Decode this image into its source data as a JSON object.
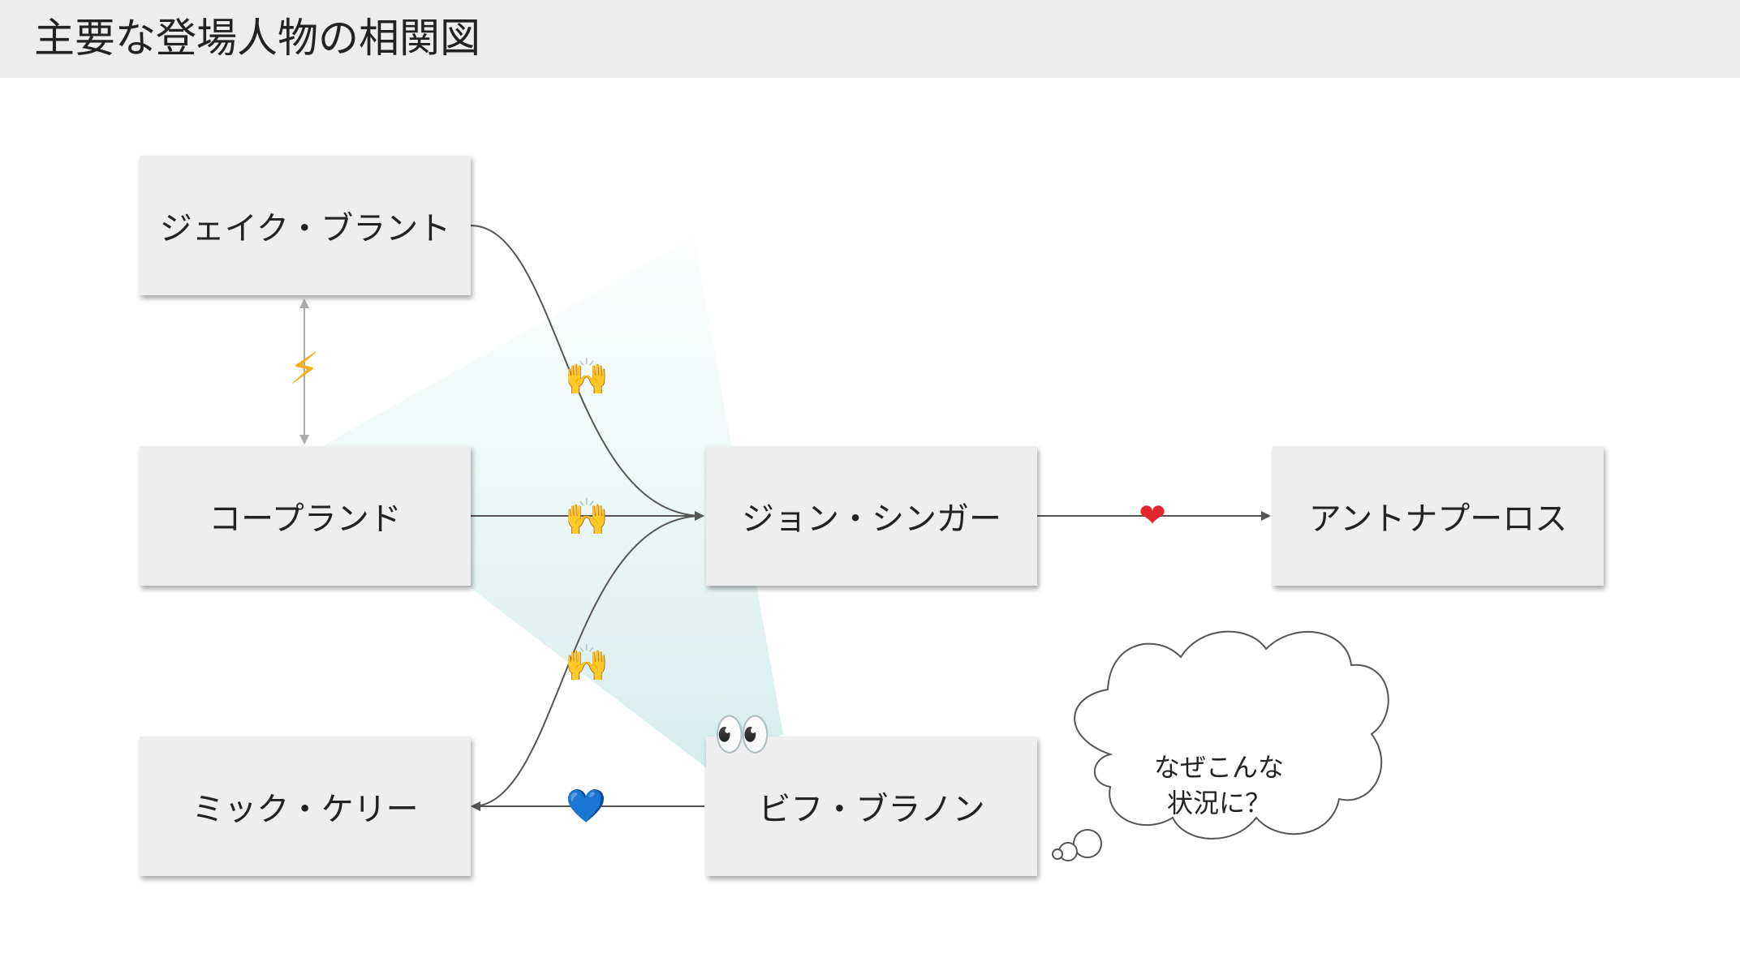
{
  "header": {
    "title": "主要な登場人物の相関図"
  },
  "nodes": {
    "jake": "ジェイク・ブラント",
    "copeland": "コープランド",
    "mick": "ミック・ケリー",
    "singer": "ジョン・シンガー",
    "antonapoulos": "アントナプーロス",
    "biff": "ビフ・ブラノン"
  },
  "thought": {
    "line1": "なぜこんな",
    "line2": "状況に？"
  },
  "icons": {
    "conflict": "lightning-icon",
    "admire": "raising-hands-icon",
    "love": "red-heart-icon",
    "care": "blue-heart-icon",
    "watch": "eyes-icon"
  },
  "colors": {
    "header_bg": "#ededed",
    "node_bg": "#eeeeee",
    "connector": "#555555",
    "conflict_connector": "#aaaaaa",
    "gaze_beam": "#cdebe9"
  }
}
